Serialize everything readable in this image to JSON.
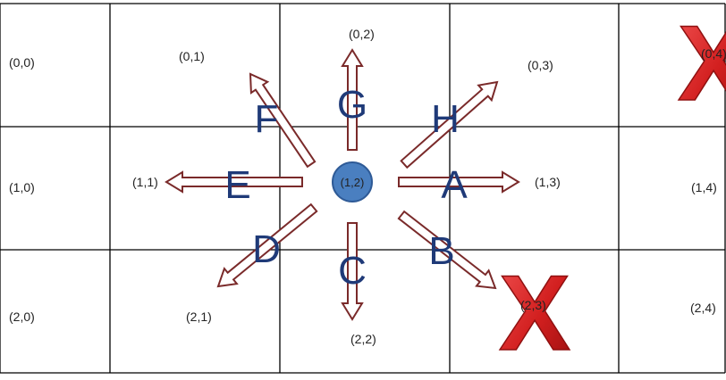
{
  "grid": {
    "rows": 3,
    "cols": 5,
    "cells": [
      [
        "(0,0)",
        "(0,1)",
        "(0,2)",
        "(0,3)",
        "(0,4)"
      ],
      [
        "(1,0)",
        "(1,1)",
        "(1,2)",
        "(1,3)",
        "(1,4)"
      ],
      [
        "(2,0)",
        "(2,1)",
        "(2,2)",
        "(2,3)",
        "(2,4)"
      ]
    ],
    "line_color": "#000000"
  },
  "agent": {
    "label": "(1,2)",
    "fill": "#4a7fc0",
    "stroke": "#2e5a96"
  },
  "directions": [
    {
      "letter": "A",
      "target": "(1,3)"
    },
    {
      "letter": "B",
      "target": "(2,3)"
    },
    {
      "letter": "C",
      "target": "(2,2)"
    },
    {
      "letter": "D",
      "target": "(2,1)"
    },
    {
      "letter": "E",
      "target": "(1,1)"
    },
    {
      "letter": "F",
      "target": "(0,1)"
    },
    {
      "letter": "G",
      "target": "(0,2)"
    },
    {
      "letter": "H",
      "target": "(0,3)"
    }
  ],
  "arrow_color": "#7a2a2a",
  "letter_color": "#1f3a78",
  "blocked": [
    {
      "symbol": "X",
      "cell": "(0,4)"
    },
    {
      "symbol": "X",
      "cell": "(2,3)"
    }
  ]
}
